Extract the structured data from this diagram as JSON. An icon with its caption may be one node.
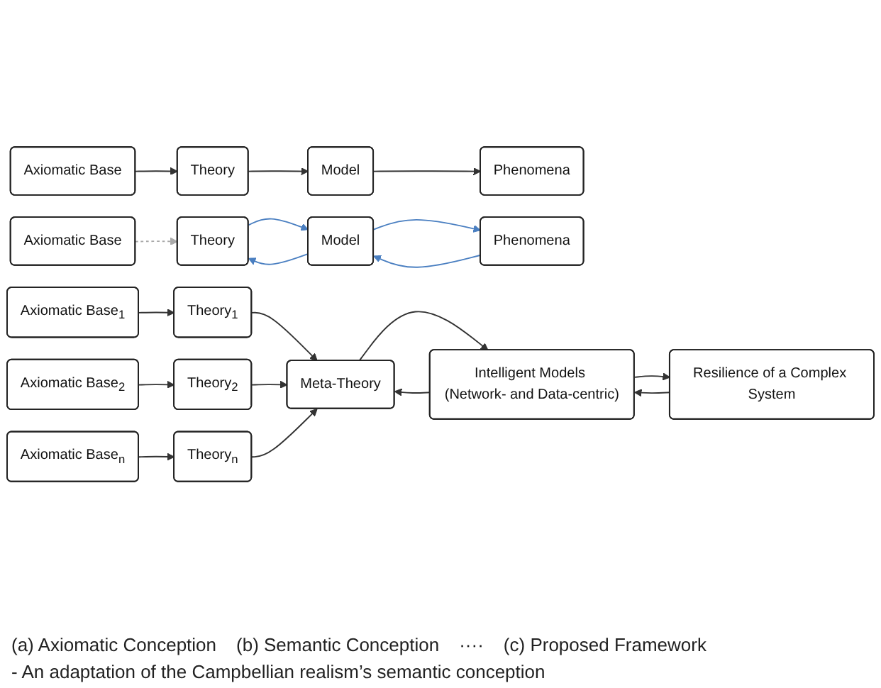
{
  "diagram": {
    "nodes": [
      {
        "text": [
          "Theory"
        ]
      },
      {
        "text": [
          "Model"
        ]
      },
      {
        "text": [
          "Phenomena"
        ]
      },
      {
        "text": [
          "Axiomatic Base"
        ]
      },
      {
        "text": [
          "Theory"
        ]
      },
      {
        "text": [
          "Model"
        ]
      },
      {
        "text": [
          "Phenomena"
        ]
      },
      {
        "text": [
          "Axiomatic Base"
        ]
      },
      {
        "text": [
          "Meta-Theory"
        ]
      },
      {
        "text": [
          "Intelligent Models (Network- and Data-centric)"
        ]
      },
      {
        "text": [
          "Resilience of a Complex System"
        ]
      },
      {
        "text": [
          "Theory$_{1}$"
        ]
      },
      {
        "text": [
          "Theory$_{2}$"
        ]
      },
      {
        "text": [
          "Theory$_{n}$"
        ]
      },
      {
        "text": [
          "Axiomatic Base$_{1}$"
        ]
      },
      {
        "text": [
          "Axiomatic Base$_{2}$"
        ]
      },
      {
        "text": [
          "Axiomatic Base$_{n}$"
        ]
      }
    ],
    "edges": [
      {
        "from": 0,
        "to": 1,
        "arrow": "to"
      },
      {
        "from": 1,
        "to": 2,
        "arrow": "to"
      },
      {
        "from": 3,
        "to": 0,
        "arrow": "to"
      },
      {
        "from": 4,
        "to": 5,
        "arrow": "to",
        "color": "#4a7fc1"
      },
      {
        "from": 5,
        "to": 4,
        "arrow": "to",
        "color": "#4a7fc1"
      },
      {
        "from": 5,
        "to": 6,
        "arrow": "to",
        "color": "#4a7fc1"
      },
      {
        "from": 6,
        "to": 5,
        "arrow": "to",
        "color": "#4a7fc1"
      },
      {
        "from": 7,
        "to": 4,
        "arrow": "to",
        "style": "dashed",
        "color": "#aaaaaa"
      },
      {
        "from": 8,
        "to": 9,
        "arrow": "to"
      },
      {
        "from": 9,
        "to": 8,
        "arrow": "to"
      },
      {
        "from": 9,
        "to": 10,
        "arrow": "to"
      },
      {
        "from": 10,
        "to": 9,
        "arrow": "to"
      },
      {
        "from": 11,
        "to": 8,
        "arrow": "to"
      },
      {
        "from": 12,
        "to": 8,
        "arrow": "to"
      },
      {
        "from": 13,
        "to": 8,
        "arrow": "to"
      },
      {
        "from": 14,
        "to": 11,
        "arrow": "to"
      },
      {
        "from": 15,
        "to": 12,
        "arrow": "to"
      },
      {
        "from": 16,
        "to": 13,
        "arrow": "to"
      }
    ],
    "labels": [
      "(a) Axiomatic Conception",
      "(b) Semantic Conception",
      "····",
      "(c) Proposed Framework",
      "- An adaptation of the Campbellian realism’s semantic conception"
    ]
  }
}
